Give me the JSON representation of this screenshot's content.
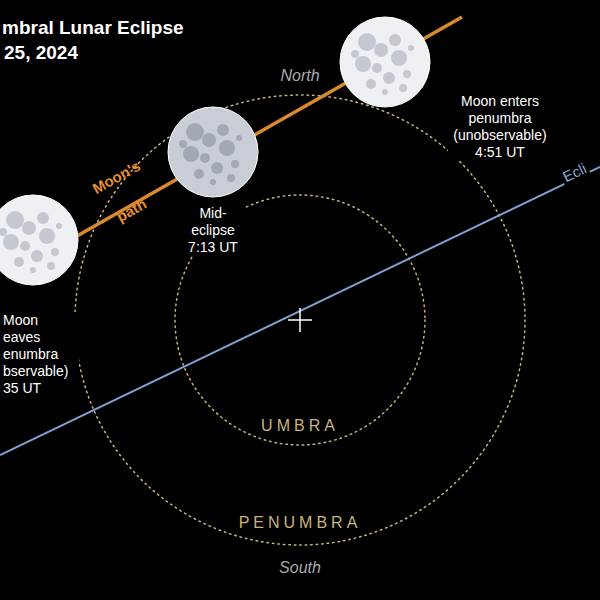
{
  "diagram": {
    "title": "mbral Lunar Eclipse",
    "labels": [
      "25, 2024",
      "North",
      "Moon enters penumbra (unobservable) 4:51 UT",
      "Moon's",
      "path",
      "Mid-eclipse 7:13 UT",
      "Ecli",
      "Moon eaves enumbra bservable) 35 UT",
      "UMBRA",
      "PENUMBRA",
      "South"
    ]
  }
}
